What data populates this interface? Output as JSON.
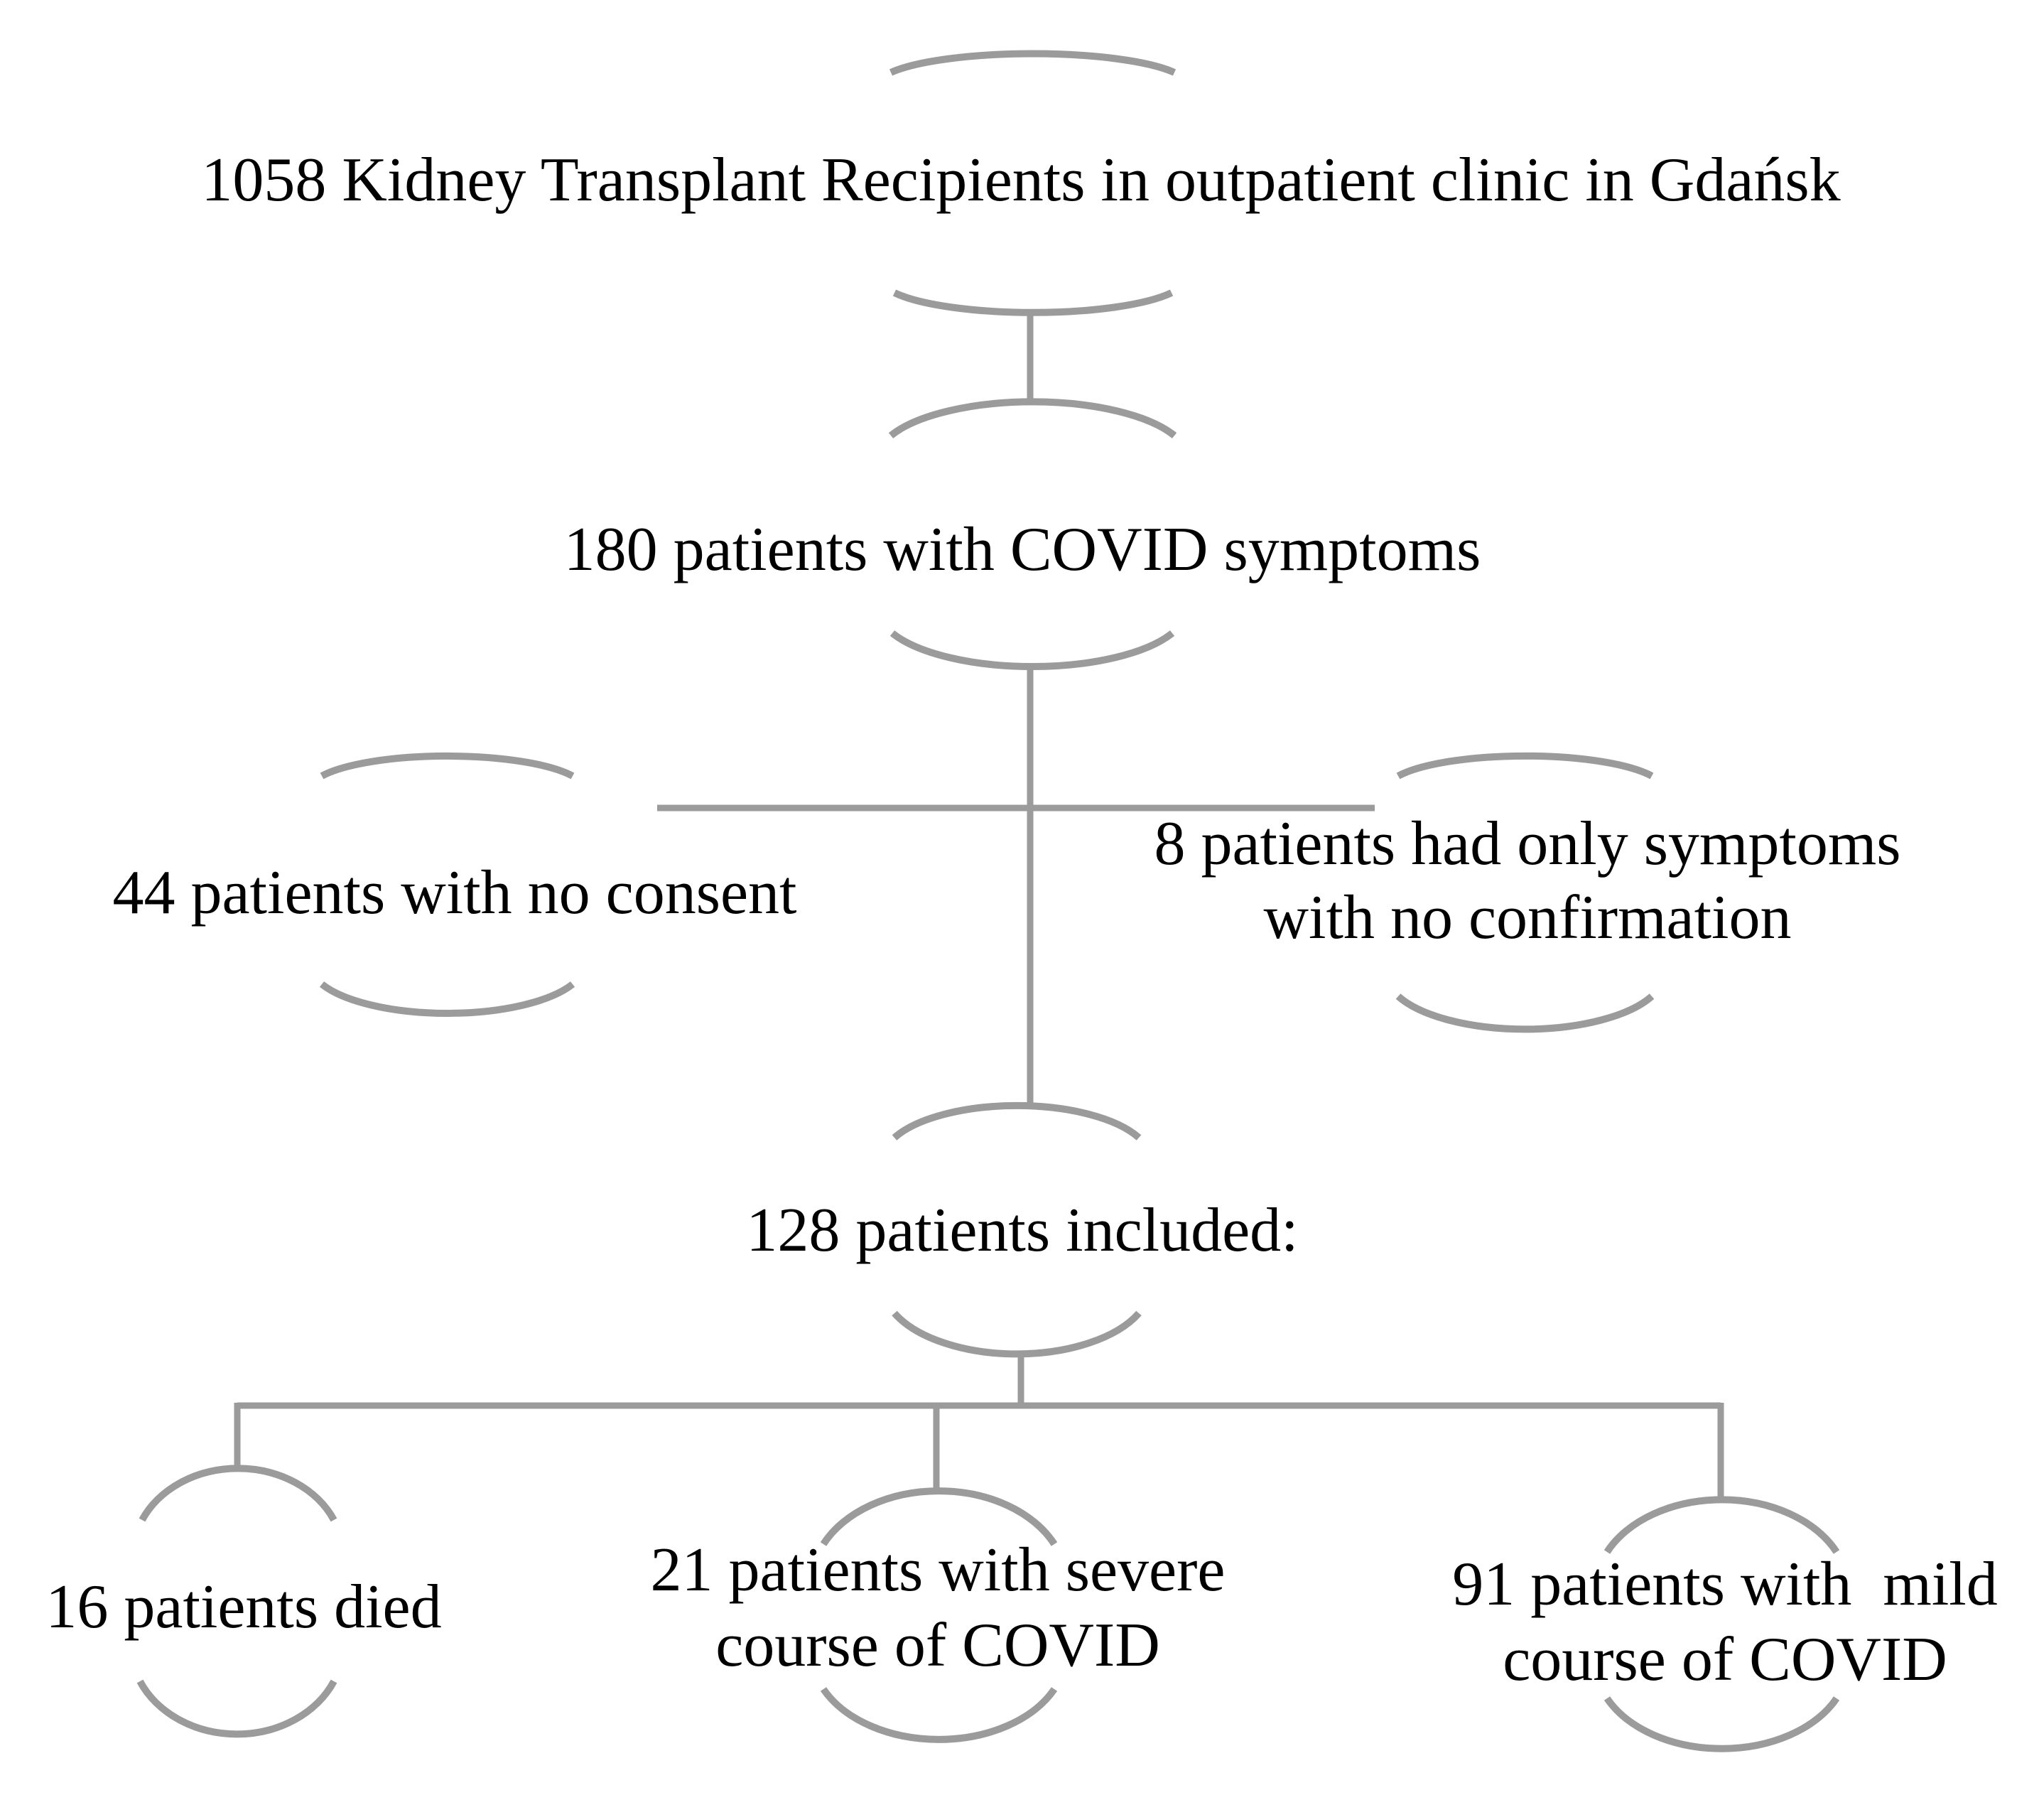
{
  "nodes": {
    "recipients": {
      "text": "1058 Kidney Transplant Recipients in outpatient clinic in Gdańsk"
    },
    "symptoms": {
      "text": "180 patients with COVID symptoms"
    },
    "no_consent": {
      "text": "44 patients with no consent"
    },
    "no_confirmation": {
      "line1": "8 patients had only symptoms",
      "line2": "with no confirmation"
    },
    "included": {
      "text": "128 patients included:"
    },
    "died": {
      "text": "16 patients died"
    },
    "severe": {
      "line1": "21 patients with severe",
      "line2": "course of COVID"
    },
    "mild": {
      "line1": "91 patients with  mild",
      "line2": "course of COVID"
    }
  },
  "colors": {
    "connector": "#9b9b9b",
    "text": "#000000",
    "background": "#ffffff"
  }
}
